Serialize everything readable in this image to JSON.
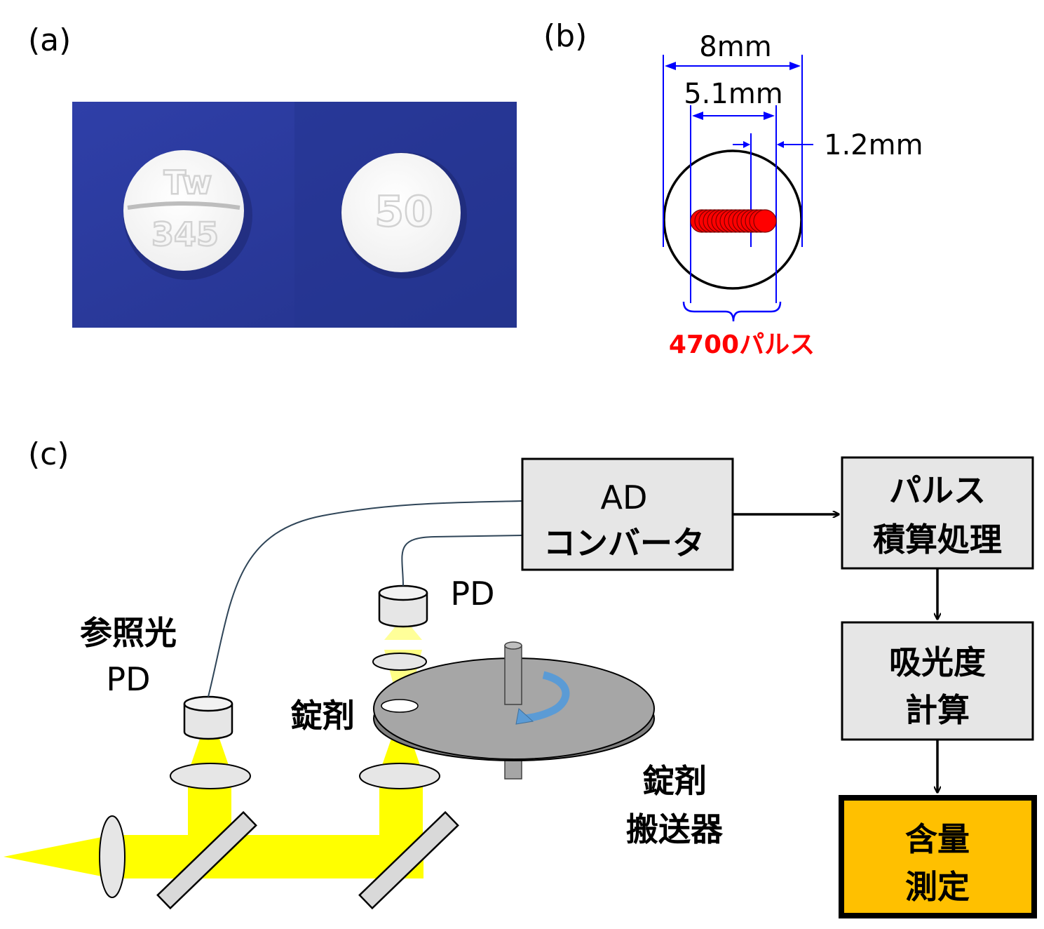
{
  "panels": {
    "a": "(a)",
    "b": "(b)",
    "c": "(c)"
  },
  "photo": {
    "tablet1_marks": [
      "Tw",
      "345"
    ],
    "tablet2_marks": [
      "50"
    ]
  },
  "schematic": {
    "dim_total": "8mm",
    "dim_scan": "5.1mm",
    "dim_margin": "1.2mm",
    "pulses": "4700パルス"
  },
  "setup": {
    "ref_pd": [
      "参照光",
      "PD"
    ],
    "pd": "PD",
    "tablet": "錠剤",
    "conveyor": [
      "錠剤",
      "搬送器"
    ],
    "ad_converter": [
      "AD",
      "コンバータ"
    ],
    "pulse_integration": [
      "パルス",
      "積算処理"
    ],
    "absorbance": [
      "吸光度",
      "計算"
    ],
    "content": [
      "含量",
      "測定"
    ]
  },
  "colors": {
    "photo_bg": "#2b3a9a",
    "beam": "#ffff00",
    "pulse_red": "#ff0000",
    "dimension_blue": "#0000ff",
    "box_gray": "#e6e6e6",
    "result_box": "#ffc000",
    "disk": "#a6a6a6",
    "arrow_blue": "#5b9bd5"
  }
}
